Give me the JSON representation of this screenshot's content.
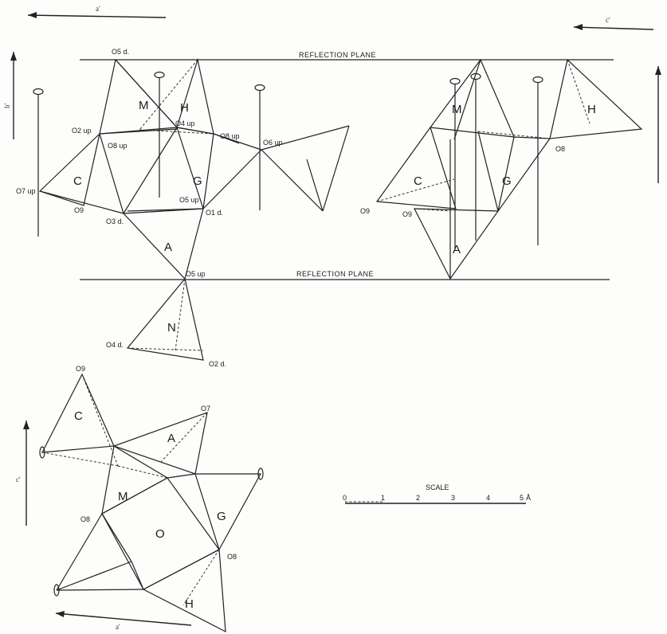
{
  "axes": {
    "a": "a'",
    "b": "b'",
    "c": "c'"
  },
  "planes": {
    "top": "REFLECTION PLANE",
    "middle": "REFLECTION PLANE"
  },
  "polyhedra": {
    "M": "M",
    "H": "H",
    "C": "C",
    "G": "G",
    "A": "A",
    "N": "N",
    "O": "O"
  },
  "oxygens": {
    "o5d": "O5 d.",
    "o2up": "O2 up",
    "o4up": "O4 up",
    "o8up_a": "O8 up",
    "o8up_b": "O8 up",
    "o6up": "O6 up",
    "o7up": "O7 up",
    "o9": "O9",
    "o3d": "O3 d.",
    "o5up_small": "O5 up",
    "o1d": "O1 d.",
    "o5up": "O5 up",
    "o4d": "O4 d.",
    "o2d": "O2 d.",
    "o8": "O8",
    "o9_r1": "O9",
    "o9_r2": "O9",
    "o9_b": "O9",
    "o7_b": "O7",
    "o8_b1": "O8",
    "o8_b2": "O8"
  },
  "scale": {
    "title": "SCALE",
    "ticks": [
      "0",
      "1",
      "2",
      "3",
      "4",
      "5"
    ],
    "unit": "Å"
  }
}
